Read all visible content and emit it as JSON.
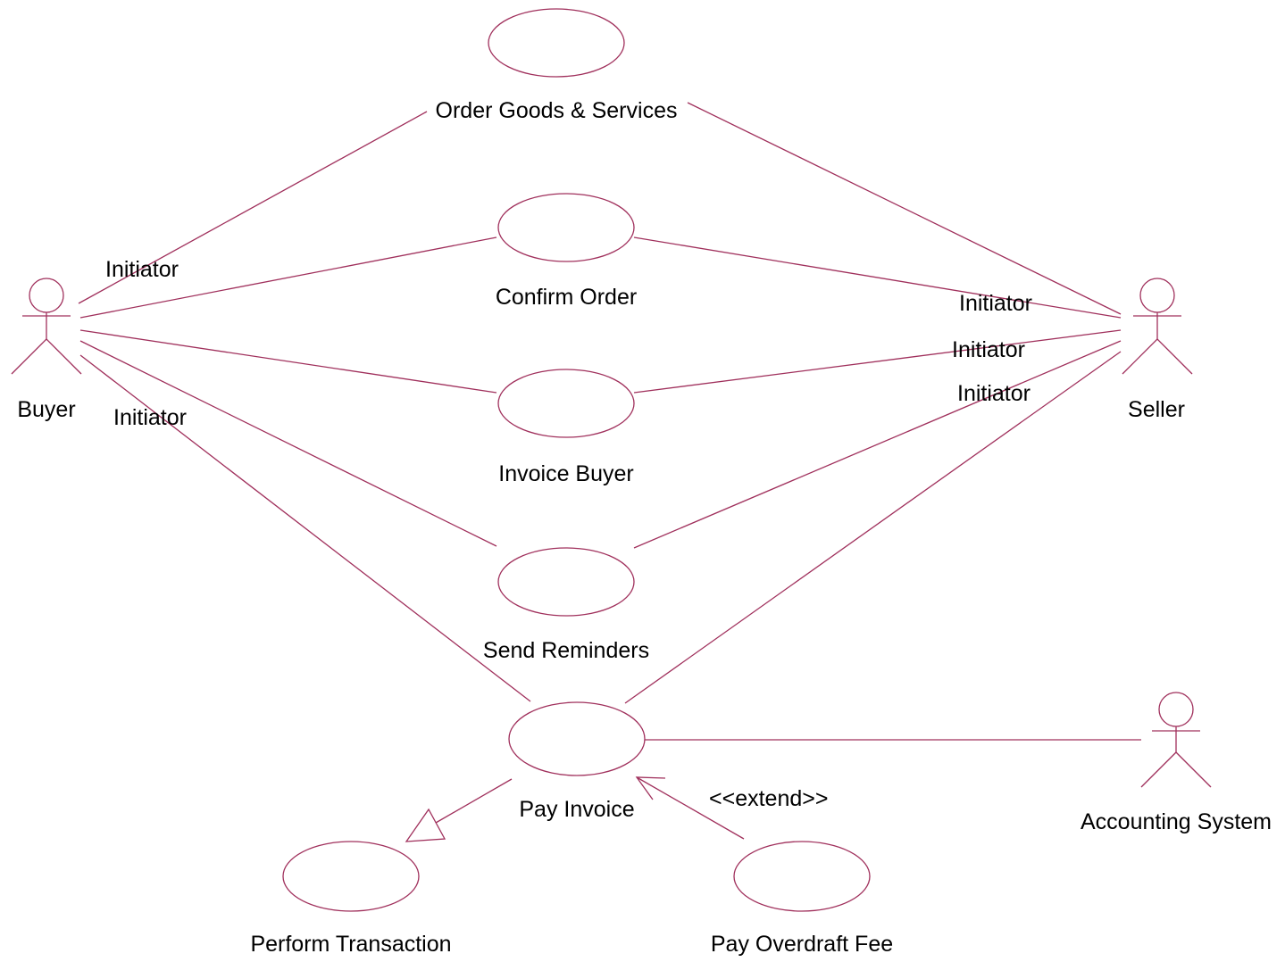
{
  "diagram": {
    "stroke_color": "#a0305c",
    "text_color": "#000000",
    "use_cases": {
      "order_goods": "Order Goods & Services",
      "confirm_order": "Confirm Order",
      "invoice_buyer": "Invoice Buyer",
      "send_reminders": "Send Reminders",
      "pay_invoice": "Pay Invoice",
      "perform_transaction": "Perform Transaction",
      "pay_overdraft_fee": "Pay Overdraft Fee"
    },
    "actors": {
      "buyer": "Buyer",
      "seller": "Seller",
      "accounting_system": "Accounting System"
    },
    "role_labels": {
      "buyer_order_goods": "Initiator",
      "buyer_pay_invoice": "Initiator",
      "seller_confirm_order": "Initiator",
      "seller_invoice_buyer": "Initiator",
      "seller_send_reminders": "Initiator"
    },
    "stereotypes": {
      "overdraft_extends_pay_invoice": "<<extend>>"
    }
  }
}
